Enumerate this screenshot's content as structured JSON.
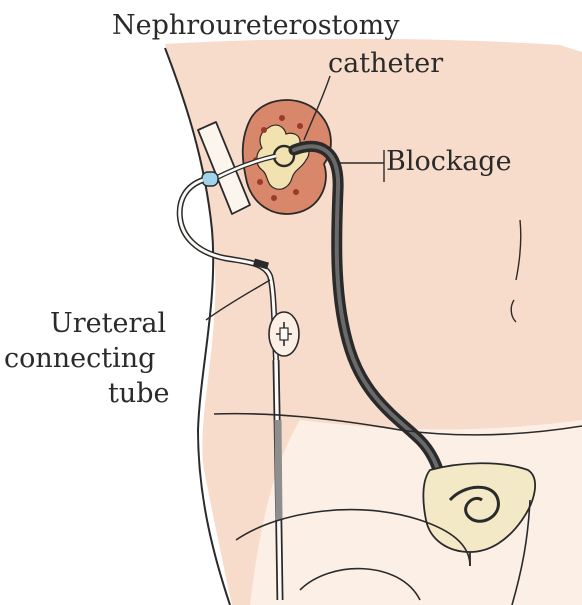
{
  "labels": {
    "nephro_line1": "Nephroureterostomy",
    "nephro_line2": "catheter",
    "blockage": "Blockage",
    "ureteral_line1": "Ureteral",
    "ureteral_line2": "connecting",
    "ureteral_line3": "tube"
  },
  "colors": {
    "skin": "#f7dccb",
    "skin_light": "#fcefe6",
    "kidney": "#d9876a",
    "kidney_center": "#f2e2b0",
    "bladder": "#f3e9c6",
    "outline": "#2a2a2a",
    "connector": "#9fd4ea",
    "drain_gray": "#8e8e8e",
    "text": "#2a2a2a"
  }
}
